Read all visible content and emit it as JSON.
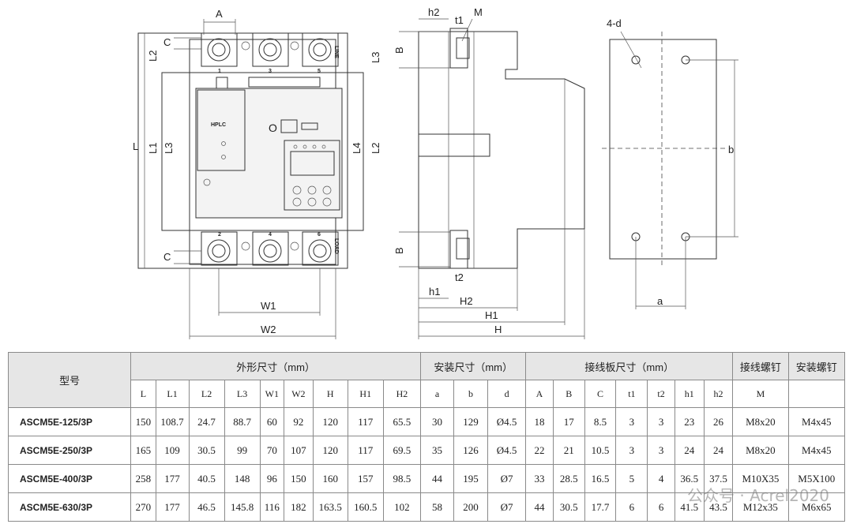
{
  "front_view": {
    "labels": {
      "A": "A",
      "C_top": "C",
      "C_bottom": "C",
      "L2_left": "L2",
      "L": "L",
      "L1": "L1",
      "L3_left": "L3",
      "L4": "L4",
      "L2_right": "L2",
      "L3_right": "L3",
      "W1": "W1",
      "W2": "W2"
    },
    "terminal_numbers_top": [
      "1",
      "3",
      "5"
    ],
    "terminal_numbers_bottom": [
      "2",
      "4",
      "6"
    ],
    "line_text": "LINE",
    "load_text": "LOAD",
    "brand": "HPLC",
    "switch_text": "O"
  },
  "side_view": {
    "labels": {
      "h2": "h2",
      "t1": "t1",
      "M": "M",
      "B_top": "B",
      "B_bottom": "B",
      "h1": "h1",
      "t2": "t2",
      "H2": "H2",
      "H1": "H1",
      "H": "H"
    }
  },
  "mount_view": {
    "labels": {
      "hole": "4-d",
      "b": "b",
      "a": "a"
    }
  },
  "table": {
    "model_header": "型号",
    "group_headers": [
      "外形尺寸（mm）",
      "安装尺寸（mm）",
      "接线板尺寸（mm）",
      "接线螺钉",
      "安装螺钉"
    ],
    "sub_headers": [
      "L",
      "L1",
      "L2",
      "L3",
      "W1",
      "W2",
      "H",
      "H1",
      "H2",
      "a",
      "b",
      "d",
      "A",
      "B",
      "C",
      "t1",
      "t2",
      "h1",
      "h2",
      "M",
      ""
    ],
    "rows": [
      {
        "model": "ASCM5E-125/3P",
        "cells": [
          "150",
          "108.7",
          "24.7",
          "88.7",
          "60",
          "92",
          "120",
          "117",
          "65.5",
          "30",
          "129",
          "Ø4.5",
          "18",
          "17",
          "8.5",
          "3",
          "3",
          "23",
          "26",
          "M8x20",
          "M4x45"
        ]
      },
      {
        "model": "ASCM5E-250/3P",
        "cells": [
          "165",
          "109",
          "30.5",
          "99",
          "70",
          "107",
          "120",
          "117",
          "69.5",
          "35",
          "126",
          "Ø4.5",
          "22",
          "21",
          "10.5",
          "3",
          "3",
          "24",
          "24",
          "M8x20",
          "M4x45"
        ]
      },
      {
        "model": "ASCM5E-400/3P",
        "cells": [
          "258",
          "177",
          "40.5",
          "148",
          "96",
          "150",
          "160",
          "157",
          "98.5",
          "44",
          "195",
          "Ø7",
          "33",
          "28.5",
          "16.5",
          "5",
          "4",
          "36.5",
          "37.5",
          "M10X35",
          "M5X100"
        ]
      },
      {
        "model": "ASCM5E-630/3P",
        "cells": [
          "270",
          "177",
          "46.5",
          "145.8",
          "116",
          "182",
          "163.5",
          "160.5",
          "102",
          "58",
          "200",
          "Ø7",
          "44",
          "30.5",
          "17.7",
          "6",
          "6",
          "41.5",
          "43.5",
          "M12x35",
          "M6x65"
        ]
      }
    ]
  },
  "watermark": "公众号 · Acrel2020"
}
